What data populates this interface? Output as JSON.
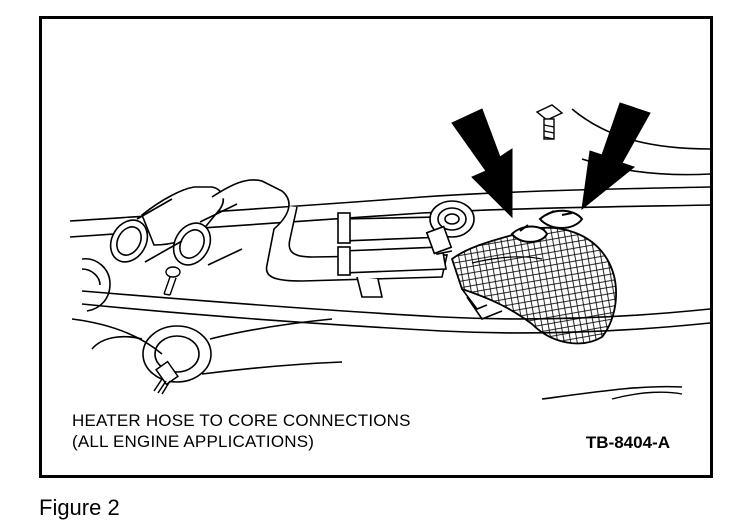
{
  "diagram": {
    "caption_line1": "HEATER HOSE TO CORE CONNECTIONS",
    "caption_line2": "(ALL ENGINE APPLICATIONS)",
    "part_number": "TB-8404-A",
    "figure_label": "Figure 2",
    "icons": [
      "arrow-down-icon",
      "bolt-icon",
      "hose-icon",
      "clamp-icon"
    ],
    "colors": {
      "line": "#000000",
      "background": "#ffffff"
    }
  }
}
